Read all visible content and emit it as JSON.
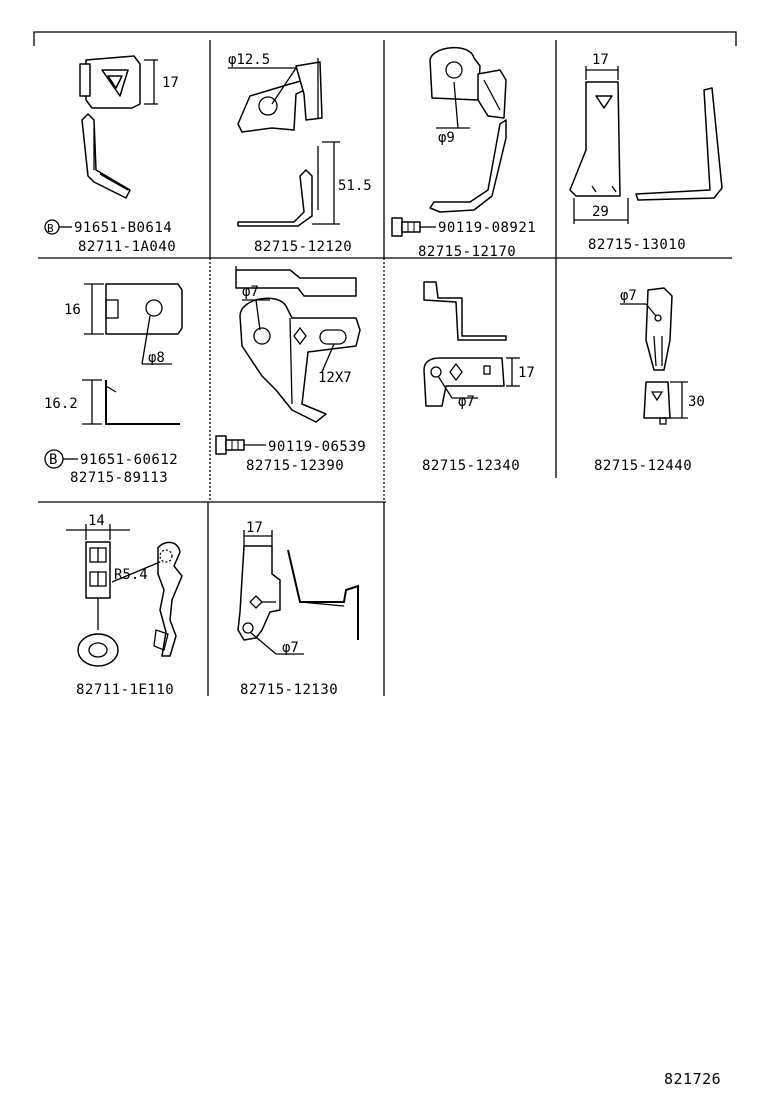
{
  "cells": [
    {
      "id": "c1",
      "part_number": "82711-1A040",
      "fastener": {
        "badge": "B",
        "number": "91651-B0614"
      },
      "dims": [
        "17"
      ]
    },
    {
      "id": "c2",
      "part_number": "82715-12120",
      "dims": [
        "φ12.5",
        "51.5"
      ]
    },
    {
      "id": "c3",
      "part_number": "82715-12170",
      "fastener": {
        "number": "90119-08921"
      },
      "dims": [
        "φ9"
      ]
    },
    {
      "id": "c4",
      "part_number": "82715-13010",
      "dims": [
        "17",
        "29"
      ]
    },
    {
      "id": "c5",
      "part_number": "82715-89113",
      "fastener": {
        "badge": "B",
        "number": "91651-60612"
      },
      "dims": [
        "16",
        "φ8",
        "16.2"
      ]
    },
    {
      "id": "c6",
      "part_number": "82715-12390",
      "fastener": {
        "number": "90119-06539"
      },
      "dims": [
        "φ7",
        "12X7"
      ]
    },
    {
      "id": "c7",
      "part_number": "82715-12340",
      "dims": [
        "17",
        "φ7"
      ]
    },
    {
      "id": "c8",
      "part_number": "82715-12440",
      "dims": [
        "φ7",
        "30"
      ]
    },
    {
      "id": "c9",
      "part_number": "82711-1E110",
      "dims": [
        "14",
        "R5.4"
      ]
    },
    {
      "id": "c10",
      "part_number": "82715-12130",
      "dims": [
        "17",
        "φ7"
      ]
    }
  ],
  "diagram_id": "821726"
}
